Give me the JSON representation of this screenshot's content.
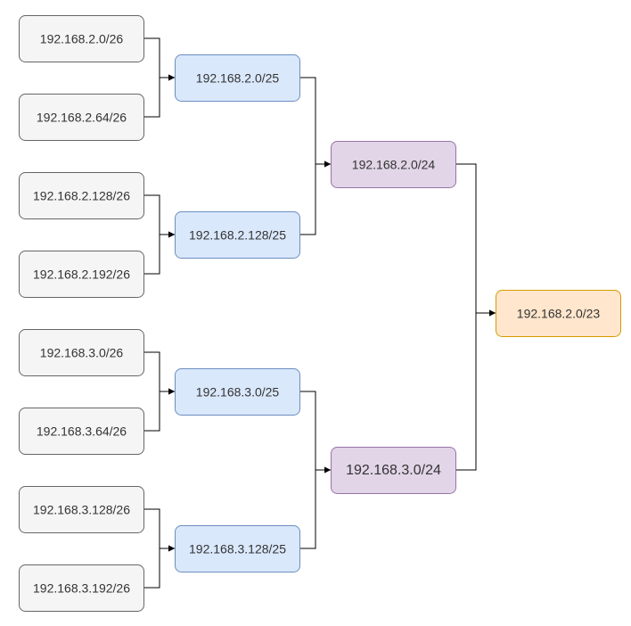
{
  "colors": {
    "gray_fill": "#f5f5f5",
    "gray_stroke": "#666666",
    "blue_fill": "#dae8fc",
    "blue_stroke": "#6c8ebf",
    "purple_fill": "#e1d5e7",
    "purple_stroke": "#9673a6",
    "orange_fill": "#ffe6cc",
    "orange_stroke": "#d79b00",
    "edge": "#000000"
  },
  "nodes": {
    "n26_1": {
      "label": "192.168.2.0/26",
      "style": "gray"
    },
    "n26_2": {
      "label": "192.168.2.64/26",
      "style": "gray"
    },
    "n26_3": {
      "label": "192.168.2.128/26",
      "style": "gray"
    },
    "n26_4": {
      "label": "192.168.2.192/26",
      "style": "gray"
    },
    "n26_5": {
      "label": "192.168.3.0/26",
      "style": "gray"
    },
    "n26_6": {
      "label": "192.168.3.64/26",
      "style": "gray"
    },
    "n26_7": {
      "label": "192.168.3.128/26",
      "style": "gray"
    },
    "n26_8": {
      "label": "192.168.3.192/26",
      "style": "gray"
    },
    "n25_1": {
      "label": "192.168.2.0/25",
      "style": "blue"
    },
    "n25_2": {
      "label": "192.168.2.128/25",
      "style": "blue"
    },
    "n25_3": {
      "label": "192.168.3.0/25",
      "style": "blue"
    },
    "n25_4": {
      "label": "192.168.3.128/25",
      "style": "blue"
    },
    "n24_1": {
      "label": "192.168.2.0/24",
      "style": "purple"
    },
    "n24_2": {
      "label": "192.168.3.0/24",
      "style": "purple"
    },
    "n23": {
      "label": "192.168.2.0/23",
      "style": "orange"
    }
  },
  "edges": [
    {
      "from": "n26_1",
      "to": "n25_1"
    },
    {
      "from": "n26_2",
      "to": "n25_1"
    },
    {
      "from": "n26_3",
      "to": "n25_2"
    },
    {
      "from": "n26_4",
      "to": "n25_2"
    },
    {
      "from": "n26_5",
      "to": "n25_3"
    },
    {
      "from": "n26_6",
      "to": "n25_3"
    },
    {
      "from": "n26_7",
      "to": "n25_4"
    },
    {
      "from": "n26_8",
      "to": "n25_4"
    },
    {
      "from": "n25_1",
      "to": "n24_1"
    },
    {
      "from": "n25_2",
      "to": "n24_1"
    },
    {
      "from": "n25_3",
      "to": "n24_2"
    },
    {
      "from": "n25_4",
      "to": "n24_2"
    },
    {
      "from": "n24_1",
      "to": "n23"
    },
    {
      "from": "n24_2",
      "to": "n23"
    }
  ]
}
